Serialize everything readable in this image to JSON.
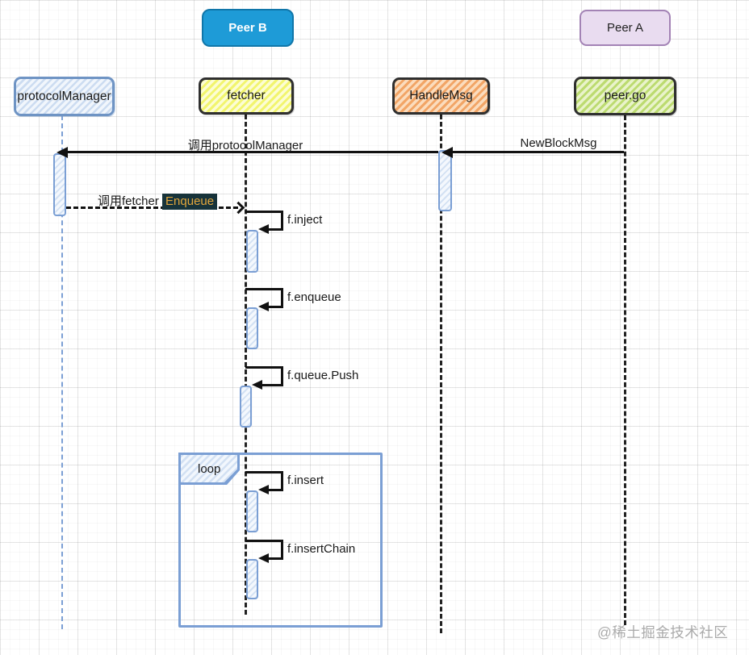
{
  "actors": {
    "peer_b": "Peer B",
    "peer_a": "Peer A",
    "protocol_manager": "protocolManager",
    "fetcher": "fetcher",
    "handle_msg": "HandleMsg",
    "peer_go": "peer.go"
  },
  "messages": {
    "new_block_msg": "NewBlockMsg",
    "call_protocol_manager": "调用protocolManager",
    "call_fetcher_prefix": "调用fetcher ",
    "call_fetcher_highlight": "Enqueue",
    "self_calls": [
      {
        "label": "f.inject"
      },
      {
        "label": "f.enqueue"
      },
      {
        "label": "f.queue.Push"
      },
      {
        "label": "f.insert"
      },
      {
        "label": "f.insertChain"
      }
    ]
  },
  "loop": {
    "label": "loop"
  },
  "watermark": "@稀土掘金技术社区",
  "colors": {
    "peer-b-fill": "#1e9bd7",
    "peer-b-border": "#1076a9",
    "peer-a-fill": "#e9dcf0",
    "peer-a-border": "#a383b5",
    "sketch-border": "#2f2f2f",
    "pm-border": "#6f94c4",
    "blue-accent": "#7b9fd4",
    "yellow-fill": "#f2f56e",
    "orange-fill": "#f2a566",
    "green-fill": "#bcdb70",
    "highlight-bg": "#17333a",
    "highlight-text": "#e2a63c",
    "arrow-color": "#111111"
  }
}
